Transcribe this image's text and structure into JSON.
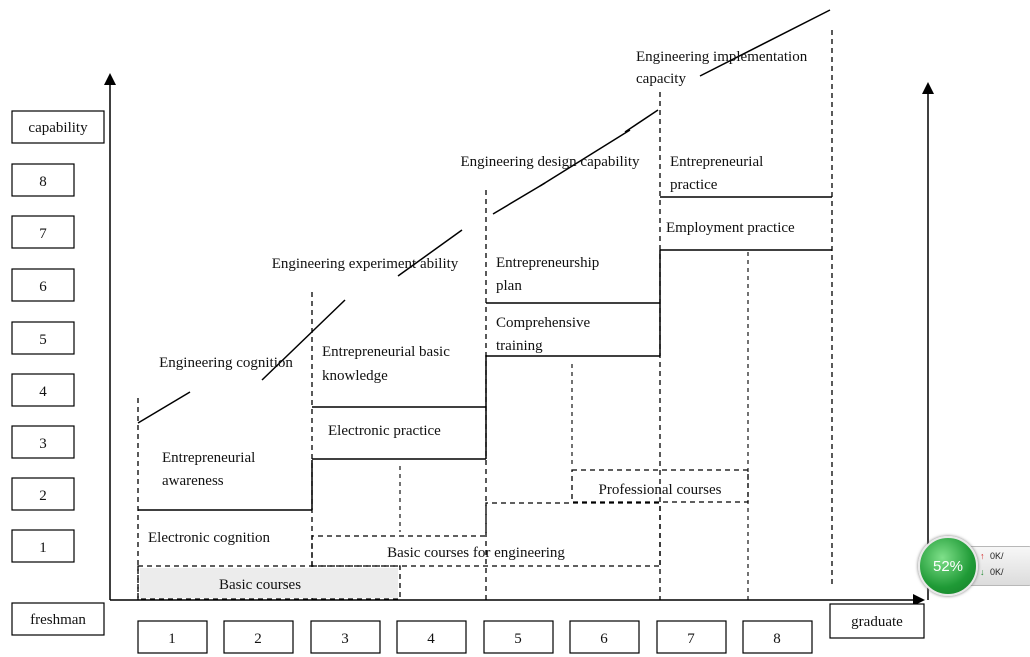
{
  "left_axis": {
    "title": "capability",
    "levels": [
      "8",
      "7",
      "6",
      "5",
      "4",
      "3",
      "2",
      "1"
    ]
  },
  "bottom_axis": {
    "start": "freshman",
    "end": "graduate",
    "terms": [
      "1",
      "2",
      "3",
      "4",
      "5",
      "6",
      "7",
      "8"
    ]
  },
  "ability_labels": {
    "cognition": "Engineering cognition",
    "experiment": "Engineering experiment ability",
    "design": "Engineering design capability",
    "implementation_line1": "Engineering implementation",
    "implementation_line2": "capacity"
  },
  "step_labels": {
    "awareness_line1": "Entrepreneurial",
    "awareness_line2": "awareness",
    "electronic_cognition": "Electronic cognition",
    "basic_knowledge_line1": "Entrepreneurial basic",
    "basic_knowledge_line2": "knowledge",
    "electronic_practice": "Electronic  practice",
    "plan_line1": "Entrepreneurship",
    "plan_line2": "plan",
    "training_line1": "Comprehensive",
    "training_line2": "training",
    "ent_practice_line1": "Entrepreneurial",
    "ent_practice_line2": "practice",
    "employment_practice": "Employment practice"
  },
  "course_labels": {
    "basic_courses": "Basic courses",
    "basic_engineering": "Basic courses for engineering",
    "professional": "Professional courses"
  },
  "net_widget": {
    "percent": "52%",
    "up_label": "0K/",
    "down_label": "0K/"
  }
}
